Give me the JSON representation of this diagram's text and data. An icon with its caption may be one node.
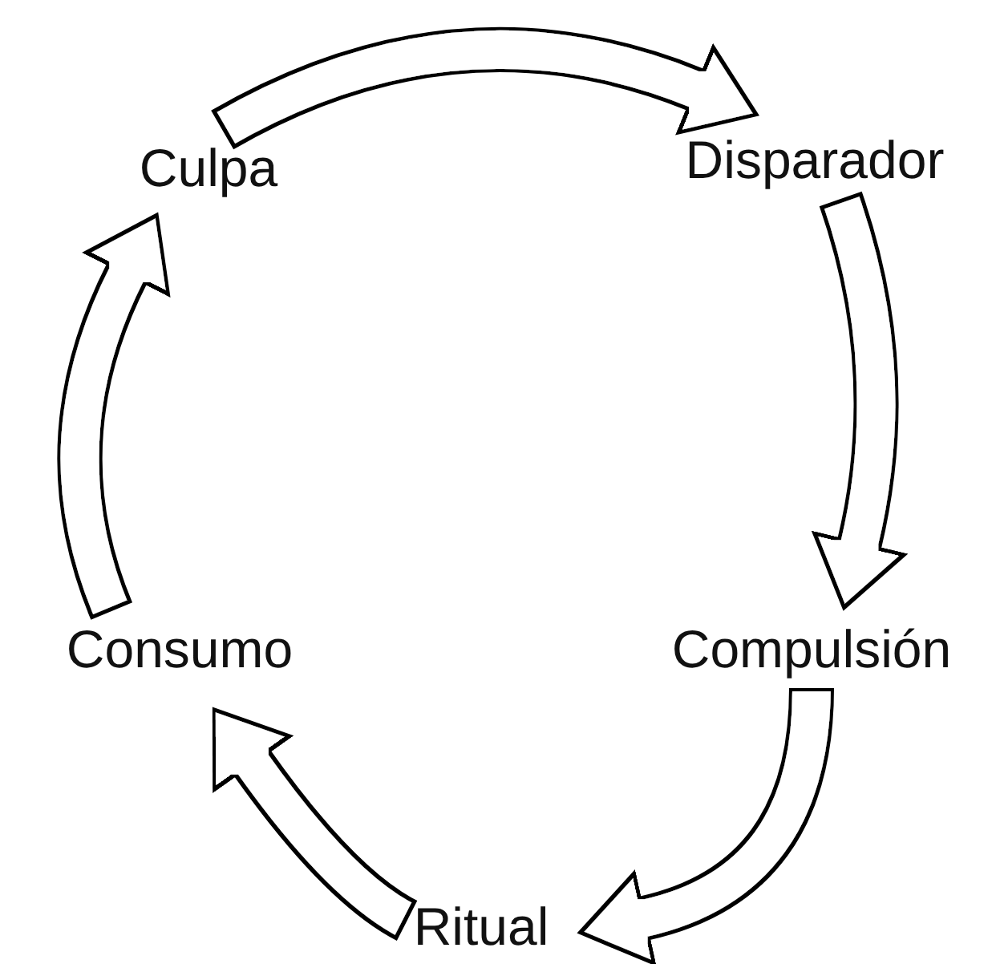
{
  "diagram": {
    "nodes": [
      {
        "text": [
          "Culpa"
        ]
      },
      {
        "text": [
          "Disparador"
        ]
      },
      {
        "text": [
          "Compulsión"
        ]
      },
      {
        "text": [
          "Ritual"
        ]
      },
      {
        "text": [
          "Consumo"
        ]
      }
    ],
    "edges": [
      {
        "from": 0,
        "to": 1,
        "arrow": "to"
      },
      {
        "from": 1,
        "to": 2,
        "arrow": "to"
      },
      {
        "from": 2,
        "to": 3,
        "arrow": "to"
      },
      {
        "from": 3,
        "to": 4,
        "arrow": "to"
      },
      {
        "from": 4,
        "to": 0,
        "arrow": "to"
      }
    ]
  }
}
